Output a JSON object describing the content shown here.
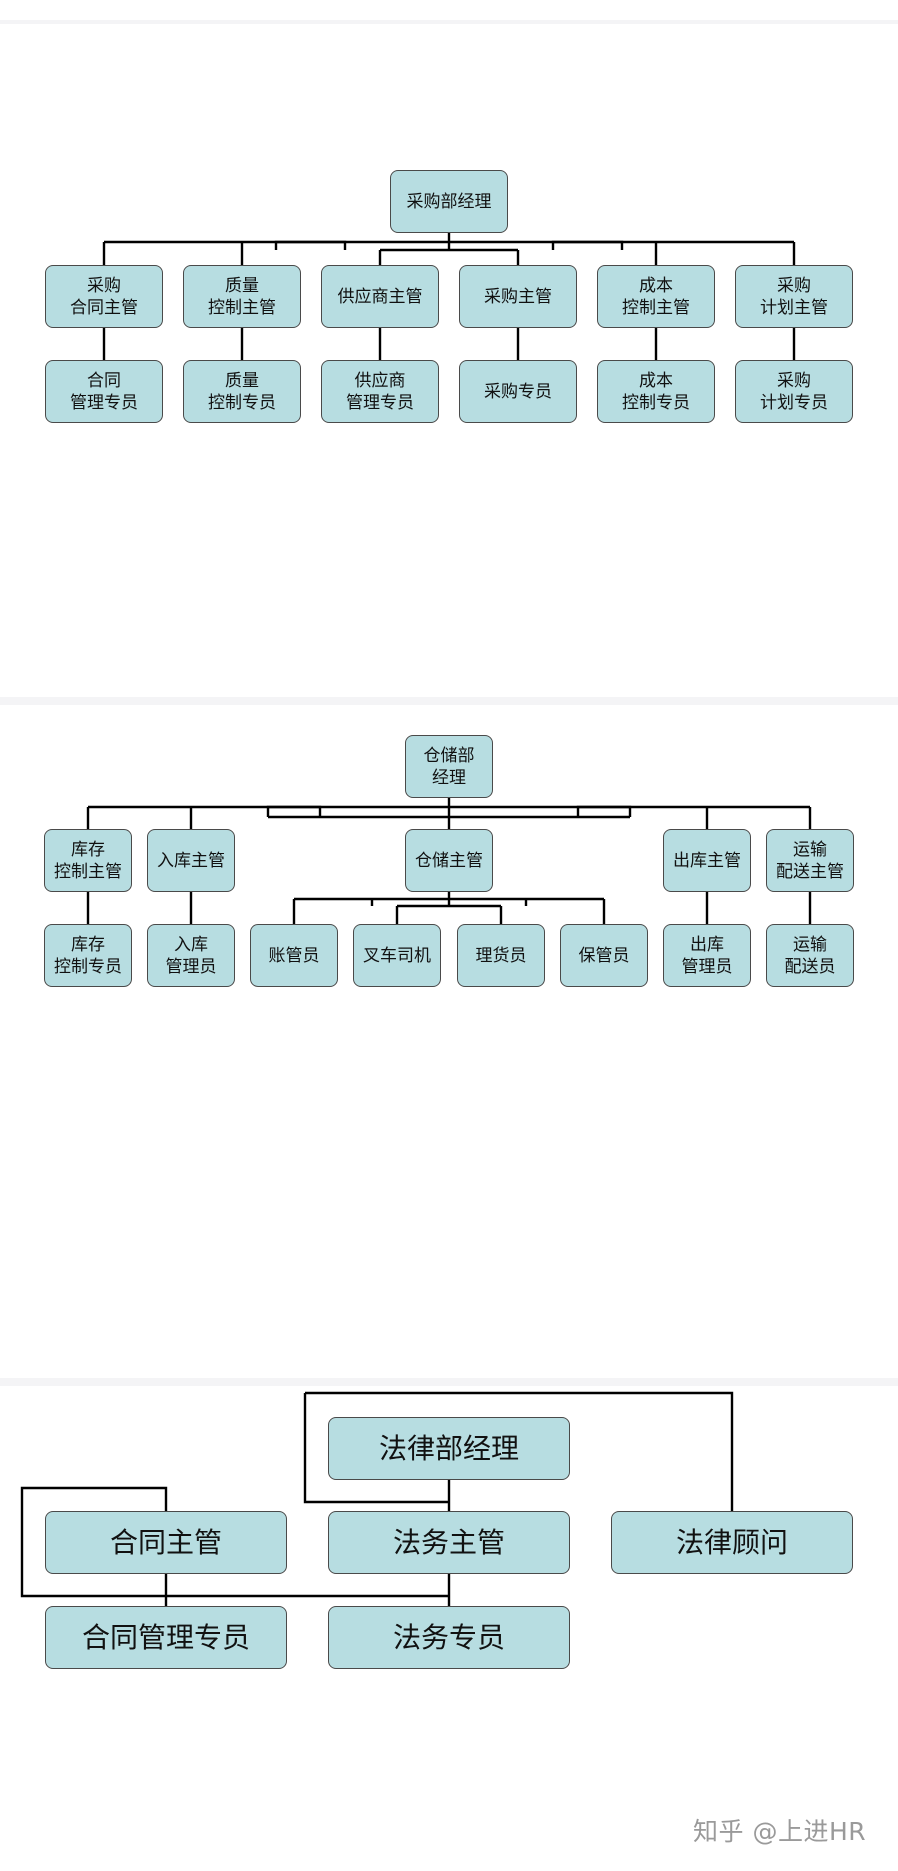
{
  "purchasing_chart": {
    "root": "采购部经理",
    "managers": [
      "采购\n合同主管",
      "质量\n控制主管",
      "供应商主管",
      "采购主管",
      "成本\n控制主管",
      "采购\n计划主管"
    ],
    "staff": [
      "合同\n管理专员",
      "质量\n控制专员",
      "供应商\n管理专员",
      "采购专员",
      "成本\n控制专员",
      "采购\n计划专员"
    ]
  },
  "warehouse_chart": {
    "root": "仓储部\n经理",
    "managers": [
      "库存\n控制主管",
      "入库主管",
      "仓储主管",
      "出库主管",
      "运输\n配送主管"
    ],
    "side_staff": [
      "库存\n控制专员",
      "入库\n管理员",
      "出库\n管理员",
      "运输\n配送员"
    ],
    "storage_staff": [
      "账管员",
      "叉车司机",
      "理货员",
      "保管员"
    ]
  },
  "legal_chart": {
    "root": "法律部经理",
    "contract_manager": "合同主管",
    "legal_manager": "法务主管",
    "counsel": "法律顾问",
    "contract_staff": "合同管理专员",
    "legal_staff": "法务专员"
  },
  "watermark": "知乎 @上进HR",
  "colors": {
    "box_fill": "#b7dde1",
    "box_border": "#4a4a4a",
    "line": "#000000"
  }
}
